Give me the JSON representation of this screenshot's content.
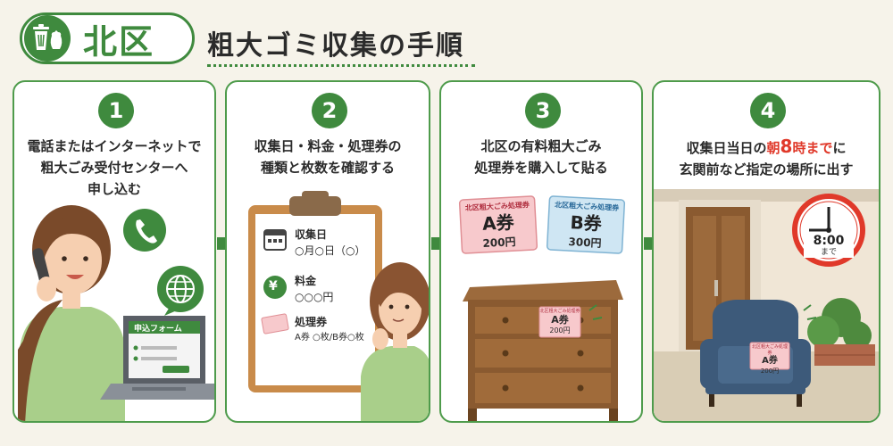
{
  "header": {
    "ward": "北区",
    "title": "粗大ゴミ収集の手順",
    "logo_icon": "trash-bag-icon"
  },
  "colors": {
    "brand_green": "#3f8a3e",
    "accent_red": "#e0392a",
    "ticket_a": "#f7c9cc",
    "ticket_b": "#cfe6f3"
  },
  "steps": [
    {
      "number": "1",
      "lines": [
        "電話またはインターネットで",
        "粗大ごみ受付センターへ",
        "申し込む"
      ],
      "form_label": "申込フォーム"
    },
    {
      "number": "2",
      "lines": [
        "収集日・料金・処理券の",
        "種類と枚数を確認する"
      ],
      "checklist": [
        {
          "label": "収集日",
          "value": "○月○日（○）",
          "icon": "calendar-icon"
        },
        {
          "label": "料金",
          "value": "○○○円",
          "icon": "yen-icon"
        },
        {
          "label": "処理券",
          "value": "A券 ○枚/B券○枚",
          "icon": "ticket-icon"
        }
      ]
    },
    {
      "number": "3",
      "lines": [
        "北区の有料粗大ごみ",
        "処理券を購入して貼る"
      ],
      "tickets": [
        {
          "header": "北区粗大ごみ処理券",
          "type": "A券",
          "price": "200円"
        },
        {
          "header": "北区粗大ごみ処理券",
          "type": "B券",
          "price": "300円"
        }
      ],
      "sticker": {
        "header": "北区粗大ごみ処理券",
        "type": "A券",
        "price": "200円"
      }
    },
    {
      "number": "4",
      "line1_pre": "収集日当日の",
      "line1_hl1": "朝",
      "line1_hl2": "8",
      "line1_hl3": "時まで",
      "line1_post": "に",
      "line2": "玄関前など指定の場所に出す",
      "clock_time": "8:00",
      "clock_caption": "まで",
      "sticker": {
        "header": "北区粗大ごみ処理券",
        "type": "A券",
        "price": "200円"
      }
    }
  ]
}
